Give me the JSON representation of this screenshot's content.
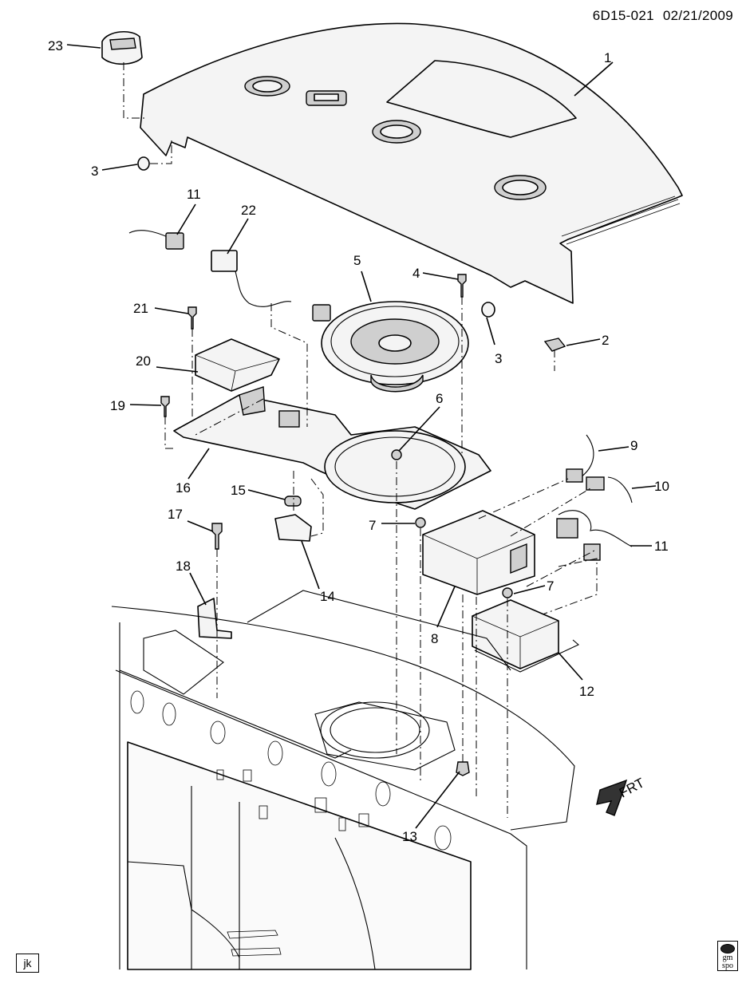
{
  "header": {
    "diagram_code": "6D15-021",
    "date": "02/21/2009"
  },
  "footer": {
    "initials": "jk",
    "logo_line1": "gm",
    "logo_line2": "spo"
  },
  "front_arrow": {
    "label": "FRT"
  },
  "callouts": [
    {
      "id": "c1",
      "label": "1"
    },
    {
      "id": "c2",
      "label": "2"
    },
    {
      "id": "c3a",
      "label": "3"
    },
    {
      "id": "c3b",
      "label": "3"
    },
    {
      "id": "c4",
      "label": "4"
    },
    {
      "id": "c5",
      "label": "5"
    },
    {
      "id": "c6",
      "label": "6"
    },
    {
      "id": "c7a",
      "label": "7"
    },
    {
      "id": "c7b",
      "label": "7"
    },
    {
      "id": "c8",
      "label": "8"
    },
    {
      "id": "c9",
      "label": "9"
    },
    {
      "id": "c10",
      "label": "10"
    },
    {
      "id": "c11a",
      "label": "11"
    },
    {
      "id": "c11b",
      "label": "11"
    },
    {
      "id": "c12",
      "label": "12"
    },
    {
      "id": "c13",
      "label": "13"
    },
    {
      "id": "c14",
      "label": "14"
    },
    {
      "id": "c15",
      "label": "15"
    },
    {
      "id": "c16",
      "label": "16"
    },
    {
      "id": "c17",
      "label": "17"
    },
    {
      "id": "c18",
      "label": "18"
    },
    {
      "id": "c19",
      "label": "19"
    },
    {
      "id": "c20",
      "label": "20"
    },
    {
      "id": "c21",
      "label": "21"
    },
    {
      "id": "c22",
      "label": "22"
    },
    {
      "id": "c23",
      "label": "23"
    }
  ]
}
